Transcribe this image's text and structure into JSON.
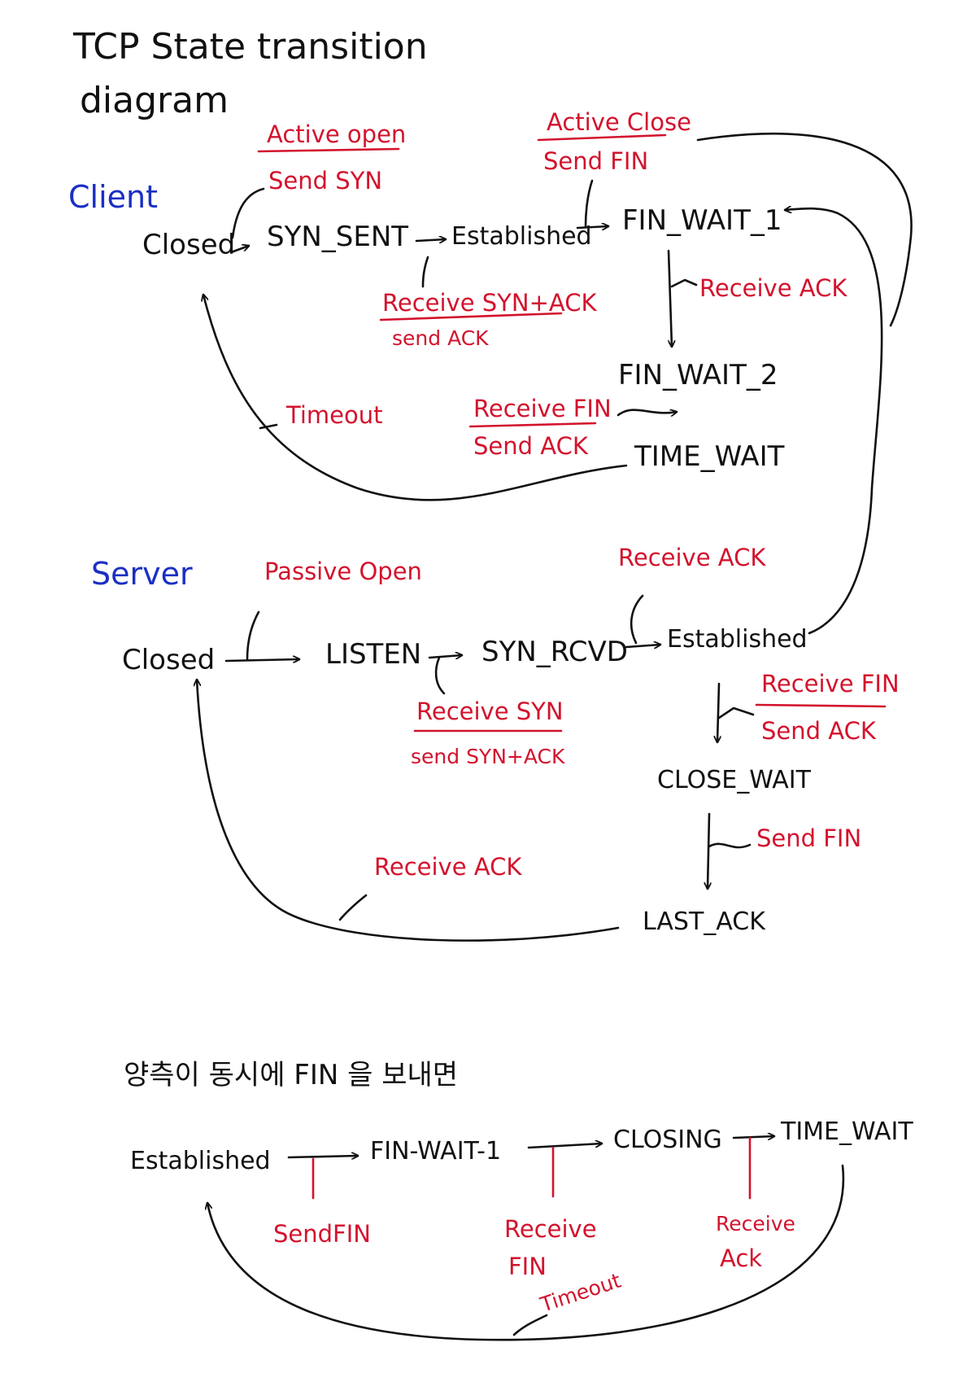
{
  "title_line1": "TCP State transition",
  "title_line2": "diagram",
  "client": {
    "label": "Client",
    "states": {
      "closed": "Closed",
      "syn_sent": "SYN_SENT",
      "established": "Established",
      "fin_wait_1": "FIN_WAIT_1",
      "fin_wait_2": "FIN_WAIT_2",
      "time_wait": "TIME_WAIT"
    },
    "events": {
      "active_open": "Active open",
      "send_syn": "Send SYN",
      "receive_syn_ack": "Receive SYN+ACK",
      "send_ack": "send ACK",
      "active_close": "Active Close",
      "send_fin": "Send FIN",
      "receive_ack": "Receive ACK",
      "receive_fin": "Receive FIN",
      "send_ack_2": "Send ACK",
      "timeout": "Timeout"
    }
  },
  "server": {
    "label": "Server",
    "states": {
      "closed": "Closed",
      "listen": "LISTEN",
      "syn_rcvd": "SYN_RCVD",
      "established": "Established",
      "close_wait": "CLOSE_WAIT",
      "last_ack": "LAST_ACK"
    },
    "events": {
      "passive_open": "Passive Open",
      "receive_syn": "Receive SYN",
      "send_syn_ack": "send SYN+ACK",
      "receive_ack": "Receive ACK",
      "receive_fin": "Receive FIN",
      "send_ack": "Send ACK",
      "send_fin": "Send FIN",
      "receive_ack_2": "Receive ACK"
    }
  },
  "simultaneous": {
    "note": "양측이 동시에 FIN 을 보내면",
    "states": {
      "established": "Established",
      "fin_wait_1": "FIN-WAIT-1",
      "closing": "CLOSING",
      "time_wait": "TIME_WAIT"
    },
    "events": {
      "send_fin": "SendFIN",
      "receive": "Receive",
      "fin": "FIN",
      "receive_2": "Receive",
      "ack": "Ack",
      "timeout": "Timeout"
    }
  },
  "colors": {
    "ink": "#111111",
    "event_red": "#d3132d",
    "section_blue": "#1b2fc4",
    "background": "#ffffff"
  }
}
